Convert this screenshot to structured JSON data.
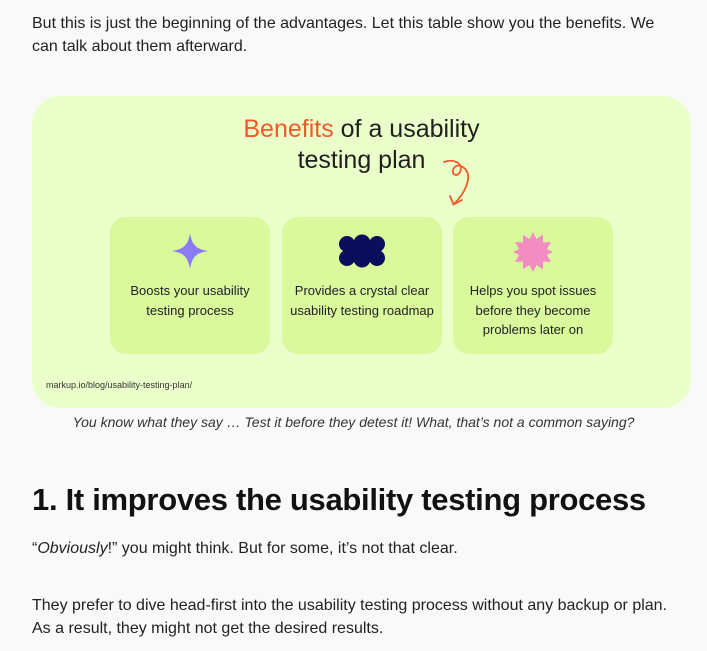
{
  "intro": "But this is just the beginning of the advantages. Let this table show you the benefits. We can talk about them afterward.",
  "card": {
    "title_accent": "Benefits",
    "title_line1_rest": " of a usability",
    "title_line2": "testing plan",
    "benefits": [
      {
        "text": "Boosts your usability testing process",
        "icon": "four-point-star-icon",
        "color": "#8b7cf6"
      },
      {
        "text": "Provides a crystal clear usability testing roadmap",
        "icon": "cloud-blob-icon",
        "color": "#0b0e5c"
      },
      {
        "text": "Helps you spot issues before they become problems later on",
        "icon": "starburst-icon",
        "color": "#f48cc4"
      }
    ],
    "source": "markup.io/blog/usability-testing-plan/",
    "accent_color": "#f05a28",
    "background": "#eaffc9",
    "tile_background": "#d9f99c"
  },
  "caption": "You know what they say … Test it before they detest it! What, that’s not a common saying?",
  "heading": "1. It improves the usability testing process",
  "p_obvious": {
    "open_quote": "“",
    "emphasis": "Obviously",
    "rest": "!” you might think. But for some, it’s not that clear."
  },
  "p_prefer": "They prefer to dive head-first into the usability testing process without any backup or plan. As a result, they might not get the desired results."
}
